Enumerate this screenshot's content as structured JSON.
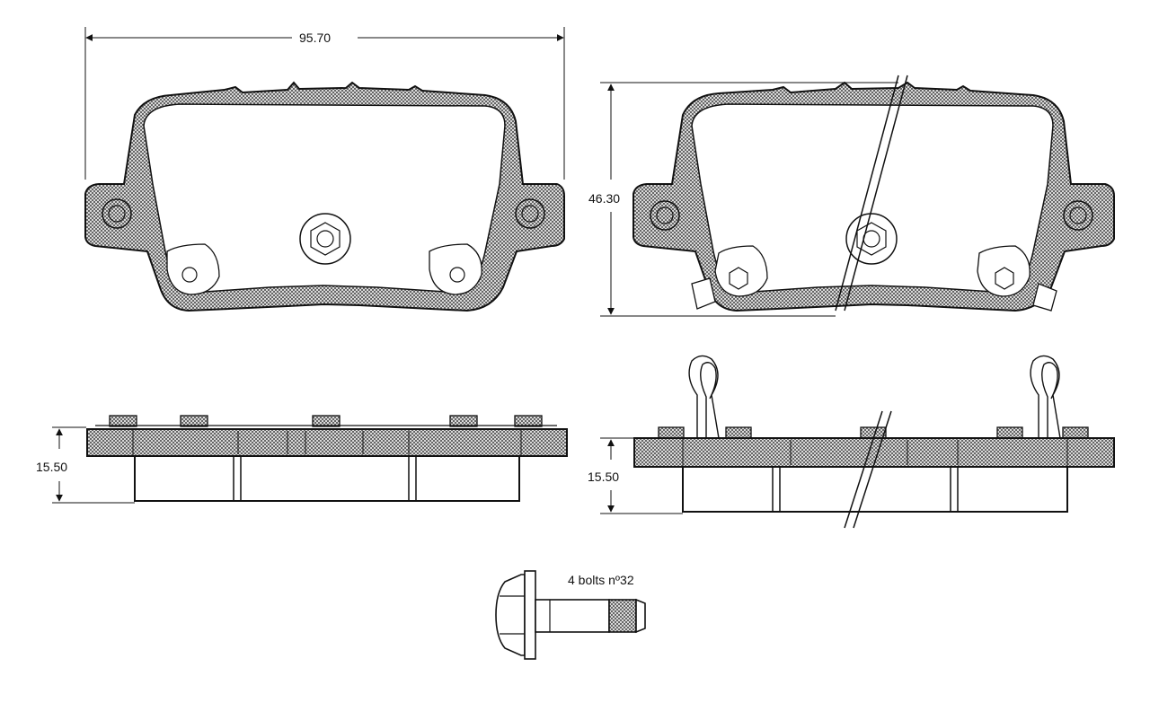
{
  "dimensions": {
    "width": "95.70",
    "height": "46.30",
    "thickness_left": "15.50",
    "thickness_right": "15.50"
  },
  "note": {
    "bolts": "4 bolts nº32"
  },
  "colors": {
    "line": "#111111",
    "hatch_dark": "#555555",
    "hatch_light": "#d8d8d8",
    "background": "#ffffff"
  }
}
